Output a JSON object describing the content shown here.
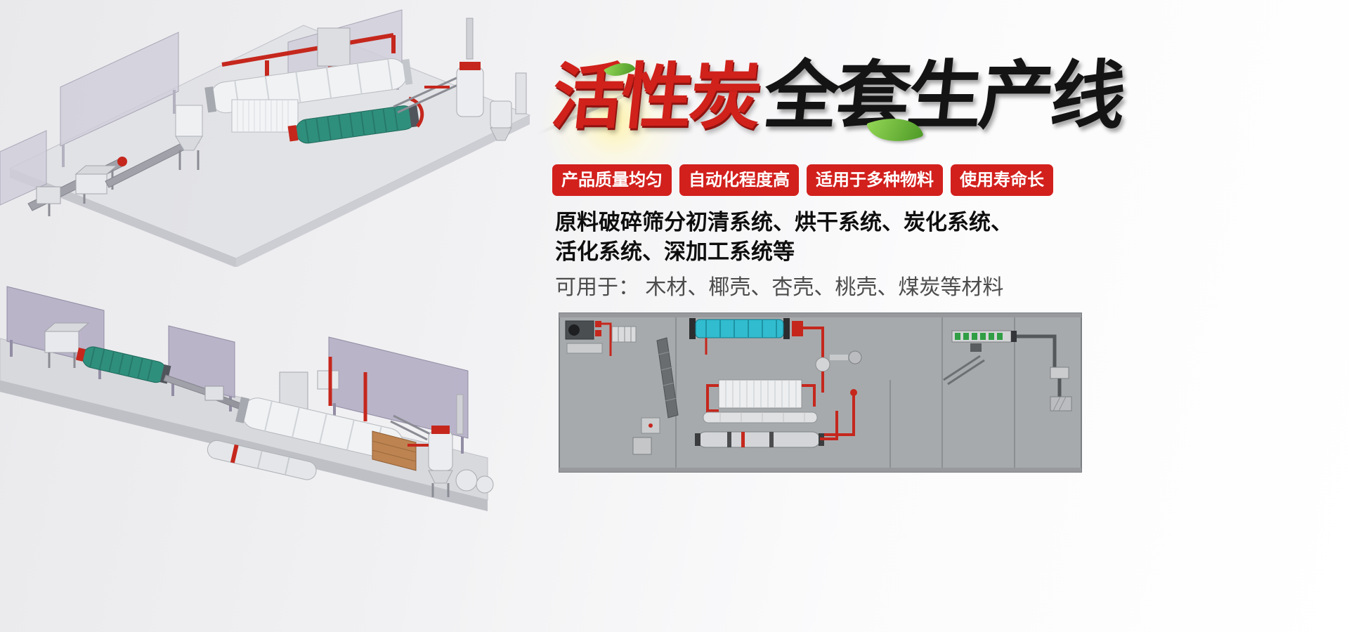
{
  "hero": {
    "title_red": "活性炭",
    "title_black": "全套生产线",
    "badges": [
      {
        "label": "产品质量均匀"
      },
      {
        "label": "自动化程度高"
      },
      {
        "label": "适用于多种物料"
      },
      {
        "label": "使用寿命长"
      }
    ],
    "description": {
      "line1": "原料破碎筛分初清系统、烘干系统、炭化系统、",
      "line2": "活化系统、深加工系统等"
    },
    "usage_line": "可用于： 木材、椰壳、杏壳、桃壳、煤炭等材料"
  },
  "colors": {
    "badge_bg": "#d2201d",
    "title_red": "#d0211b",
    "title_black": "#141414",
    "leaf_green": "#6cbb3c",
    "machine_teal": "#2f8f7d",
    "pipe_red": "#c5271d",
    "schematic_bg": "#a7aaac"
  },
  "illustrations": {
    "top_render": "production-line-3d-top",
    "bottom_render": "production-line-3d-bottom",
    "schematic": "plant-layout-top-view"
  }
}
